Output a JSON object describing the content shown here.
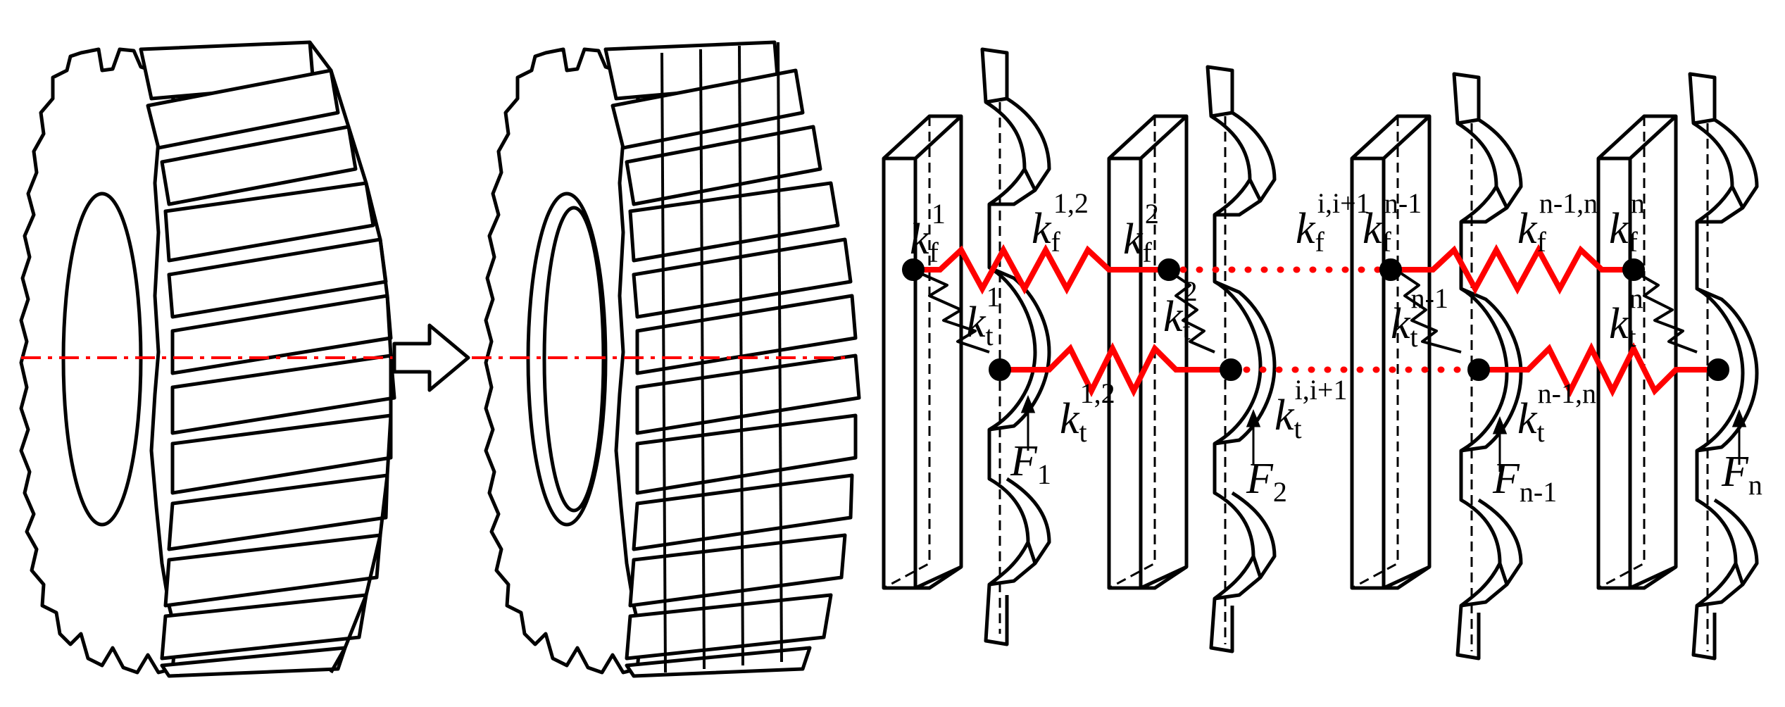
{
  "colors": {
    "line": "#000000",
    "spring": "#ff0000",
    "axis": "#ff0000",
    "node": "#000000",
    "background": "#ffffff"
  },
  "icons": {
    "helical_gear": "helical-gear-icon",
    "sliced_gear": "sliced-gear-icon",
    "arrow": "right-arrow-icon"
  },
  "labels": {
    "k": "k",
    "F": "F",
    "slice1": {
      "kf": "1",
      "kt": "1",
      "F": "1"
    },
    "coupling12": {
      "kf": "1,2",
      "kt": "1,2"
    },
    "slice2": {
      "kf": "2",
      "kt": "2",
      "F": "2"
    },
    "couplingi": {
      "kf": "i,i+1",
      "kt": "i,i+1"
    },
    "slicen1": {
      "kf": "n-1",
      "kt": "n-1",
      "F": "n-1"
    },
    "couplingn": {
      "kf": "n-1,n",
      "kt": "n-1,n"
    },
    "slicen": {
      "kf": "n",
      "kt": "n",
      "F": "n"
    },
    "sub_f": "f",
    "sub_t": "t"
  }
}
